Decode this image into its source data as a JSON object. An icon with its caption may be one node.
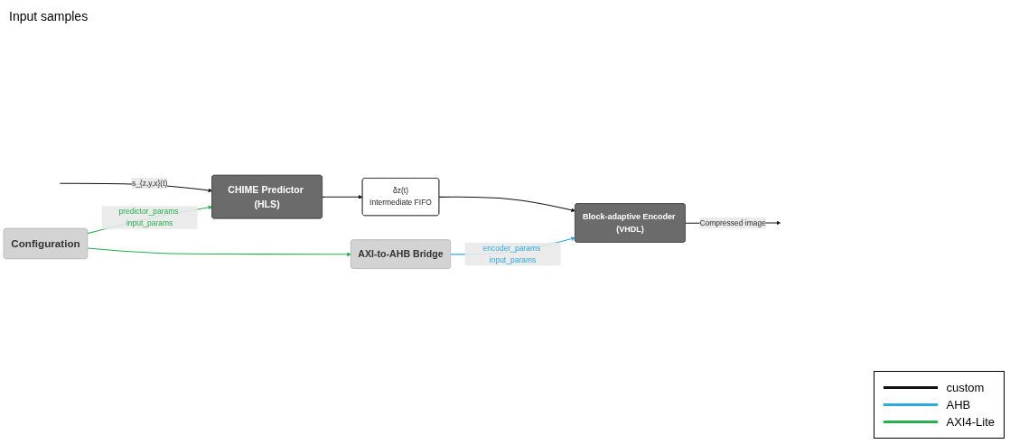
{
  "diagram": {
    "nodes": [
      {
        "text": [
          "CHIME Predictor (HLS)"
        ]
      },
      {
        "text": [
          "δz(t)",
          "Intermediate FIFO"
        ]
      },
      {
        "text": [
          "Block-adaptive Encoder (VHDL)"
        ]
      },
      {
        "text": [
          "AXI-to-AHB Bridge"
        ]
      },
      {
        "text": [
          "Configuration"
        ]
      }
    ],
    "edges": [
      {
        "from": null,
        "to": 0,
        "arrow": "to",
        "label": "s_{z,y,x}(t)"
      },
      {
        "from": 0,
        "to": 1,
        "arrow": "to"
      },
      {
        "from": 1,
        "to": 2,
        "arrow": "to"
      },
      {
        "from": 2,
        "to": null,
        "arrow": "to",
        "label": "Compressed image"
      },
      {
        "from": 4,
        "to": 0,
        "arrow": "to",
        "label": "predictor_params input_params",
        "color": "#22b14c"
      },
      {
        "from": 4,
        "to": 3,
        "arrow": "to",
        "color": "#22b14c"
      },
      {
        "from": 3,
        "to": 2,
        "arrow": "to",
        "label": "encoder_params input_params",
        "color": "#29abe2"
      }
    ],
    "labels": [
      "Input samples"
    ],
    "legend": [
      {
        "text": "custom"
      },
      {
        "text": "AHB"
      },
      {
        "text": "AXI4-Lite"
      }
    ]
  }
}
